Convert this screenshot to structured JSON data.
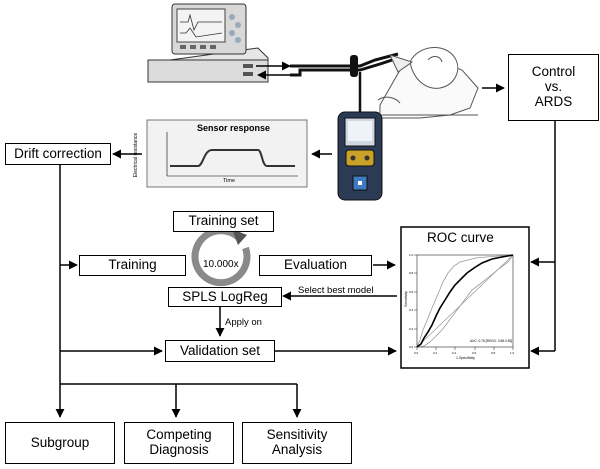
{
  "boxes": {
    "control_ards": "Control\nvs.\nARDS",
    "drift_correction": "Drift correction",
    "training_set": "Training set",
    "training": "Training",
    "evaluation": "Evaluation",
    "splslogreg": "SPLS LogReg",
    "validation_set": "Validation set",
    "subgroup": "Subgroup",
    "competing_diagnosis": "Competing\nDiagnosis",
    "sensitivity_analysis": "Sensitivity\nAnalysis"
  },
  "center_loop": {
    "label": "10.000x"
  },
  "labels": {
    "select_best_model": "Select best model",
    "apply_on": "Apply on"
  },
  "sensor_panel": {
    "title": "Sensor response",
    "ylabel": "Electrical resistance",
    "xlabel": "Time"
  },
  "roc_panel": {
    "title": "ROC curve",
    "xlabel": "1-Specificity",
    "ylabel": "Sensitivity",
    "auc_text": "AUC: 0.76 [95%CI: 0.68-0.83]",
    "ticks": [
      "0.0",
      "0.2",
      "0.4",
      "0.6",
      "0.8",
      "1.0"
    ]
  },
  "colors": {
    "stroke": "#000000",
    "panel_fill": "#f2f2f2",
    "device": "#2b3a55"
  },
  "icons": [
    "ventilator-icon",
    "patient-icon",
    "enose-device-icon",
    "cycle-icon"
  ]
}
